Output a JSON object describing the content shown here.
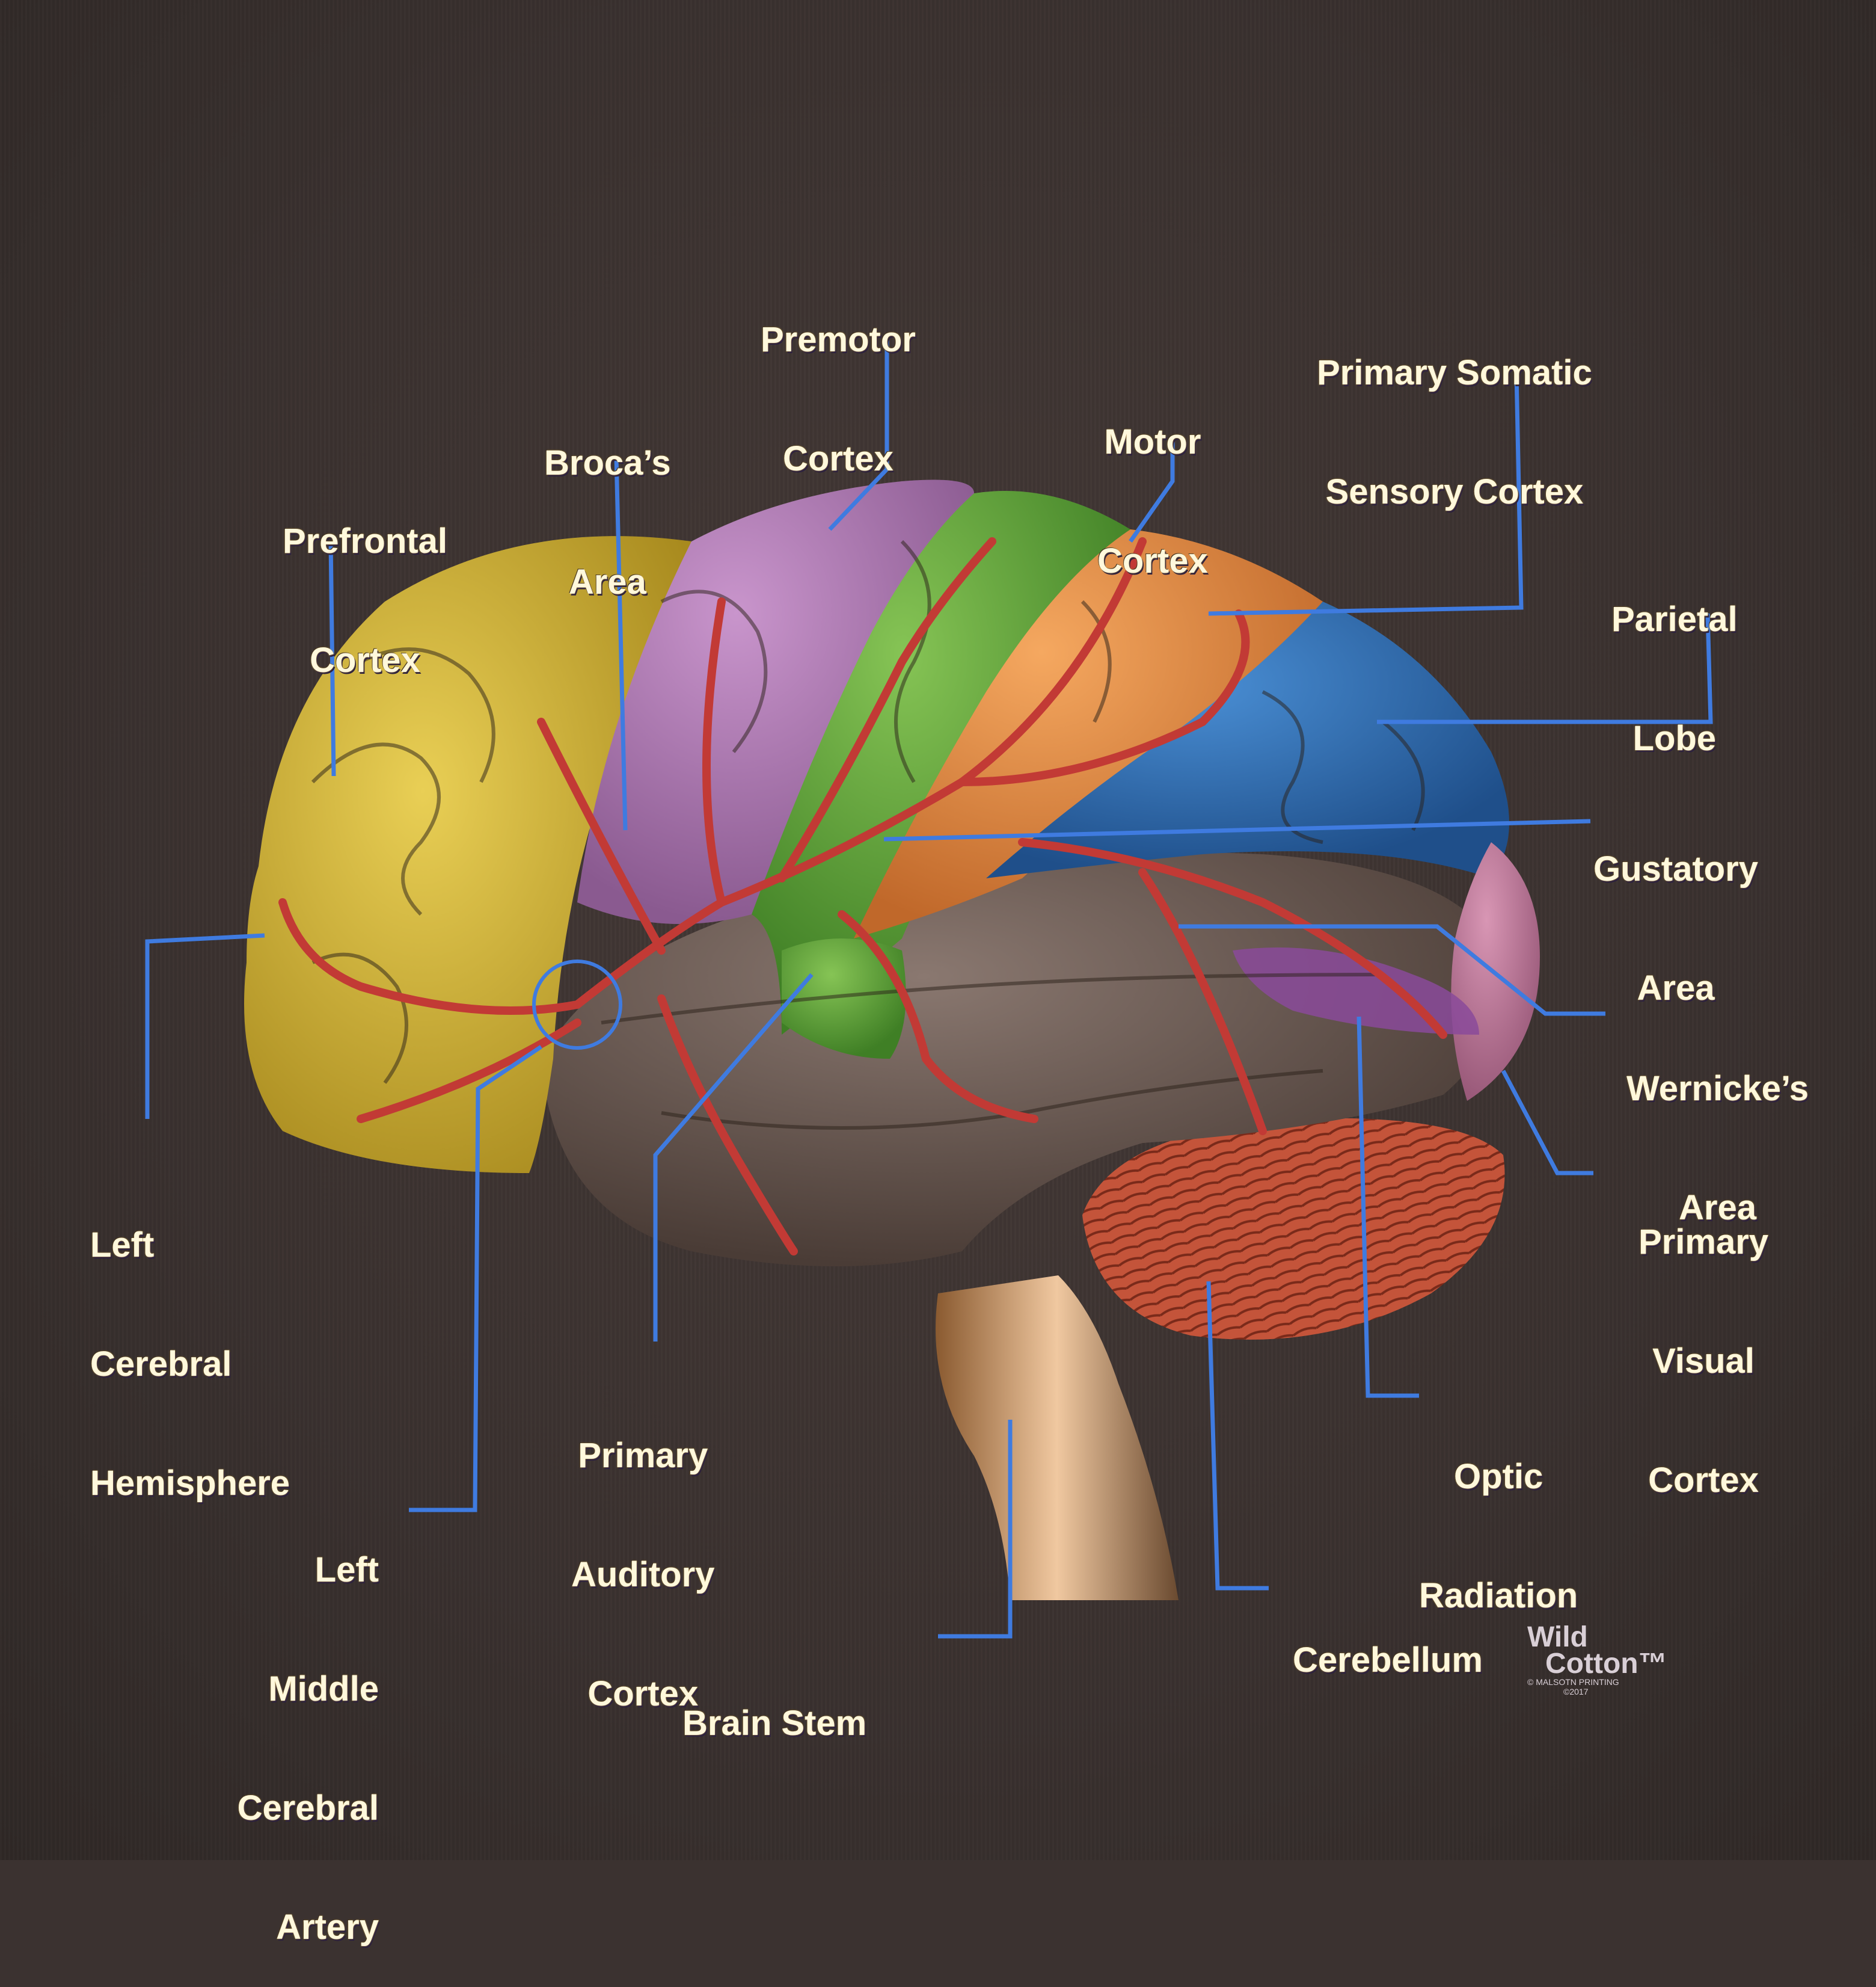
{
  "diagram": {
    "subject": "Lateral view of the human brain (left hemisphere)",
    "colors": {
      "background": "#3b3230",
      "leader_line": "#3f7be0",
      "label_text": "#fff8dc",
      "prefrontal": "#d9b935",
      "premotor": "#b47fb8",
      "motor": "#6aa83a",
      "somatic_sensory": "#e88a3a",
      "parietal": "#2f6fb5",
      "temporal": "#6d5c55",
      "visual": "#c07aa0",
      "wernicke": "#8a4a9a",
      "cerebellum": "#c4543a",
      "brainstem": "#c88a55",
      "artery": "#c23a35"
    },
    "labels": {
      "premotor_cortex": [
        "Premotor",
        "Cortex"
      ],
      "primary_somatic_sensory_cortex": [
        "Primary Somatic",
        "Sensory Cortex"
      ],
      "brocas_area": [
        "Broca’s",
        "Area"
      ],
      "motor_cortex": [
        "Motor",
        "Cortex"
      ],
      "prefrontal_cortex": [
        "Prefrontal",
        "Cortex"
      ],
      "parietal_lobe": [
        "Parietal",
        "Lobe"
      ],
      "gustatory_area": [
        "Gustatory",
        "Area"
      ],
      "wernickes_area": [
        "Wernicke’s",
        "Area"
      ],
      "left_cerebral_hemisphere": [
        "Left",
        "Cerebral",
        "Hemisphere"
      ],
      "primary_visual_cortex": [
        "Primary",
        "Visual",
        "Cortex"
      ],
      "primary_auditory_cortex": [
        "Primary",
        "Auditory",
        "Cortex"
      ],
      "optic_radiation": [
        "Optic",
        "Radiation"
      ],
      "left_middle_cerebral_artery": [
        "Left",
        "Middle",
        "Cerebral",
        "Artery"
      ],
      "cerebellum": [
        "Cerebellum"
      ],
      "brain_stem": [
        "Brain Stem"
      ]
    },
    "brand": {
      "line1": "Wild",
      "line2": "Cotton™",
      "line3": "© MALSOTN PRINTING",
      "line4": "©2017"
    }
  }
}
